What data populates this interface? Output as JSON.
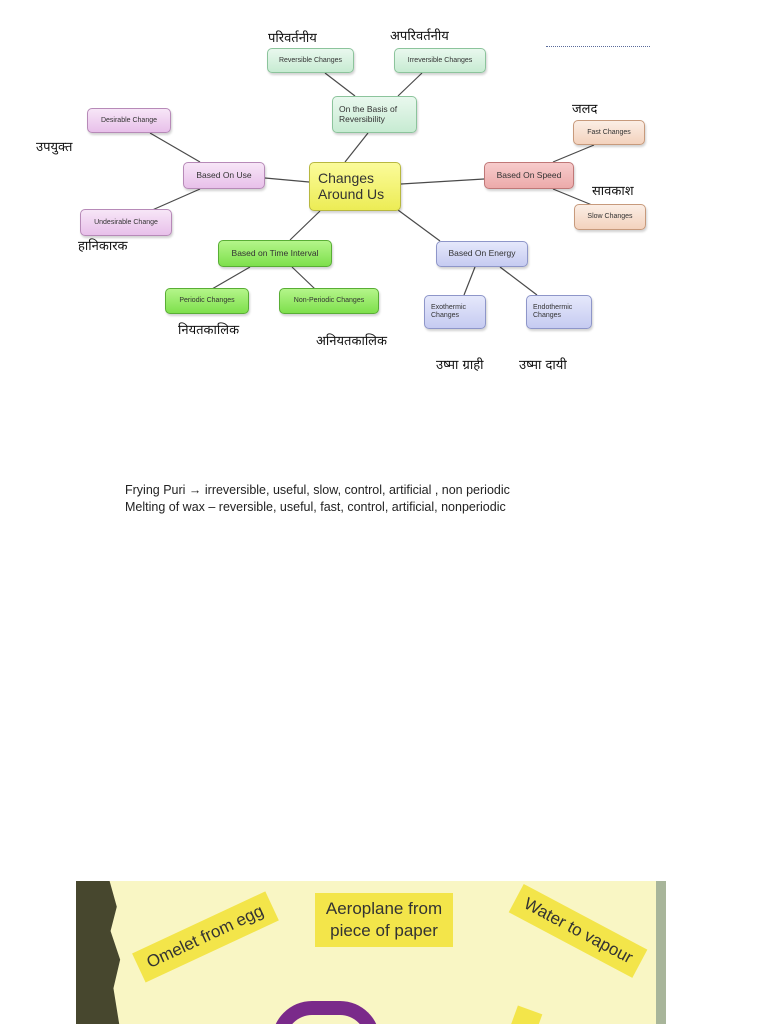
{
  "diagram": {
    "center": "Changes Around Us",
    "categories": {
      "reversibility": "On the Basis of Reversibility",
      "use": "Based On Use",
      "speed": "Based On Speed",
      "time": "Based on Time Interval",
      "energy": "Based On Energy"
    },
    "leaves": {
      "reversible": "Reversible Changes",
      "irreversible": "Irreversible Changes",
      "desirable": "Desirable Change",
      "undesirable": "Undesirable Change",
      "fast": "Fast Changes",
      "slow": "Slow Changes",
      "periodic": "Periodic Changes",
      "nonperiodic": "Non-Periodic Changes",
      "exothermic": "Exothermic Changes",
      "endothermic": "Endothermic Changes"
    },
    "handwritten": {
      "reversible": "परिवर्तनीय",
      "irreversible": "अपरिवर्तनीय",
      "desirable": "उपयुक्त",
      "undesirable": "हानिकारक",
      "fast": "जलद",
      "slow": "सावकाश",
      "periodic": "नियतकालिक",
      "nonperiodic": "अनियतकालिक",
      "exothermic": "उष्मा ग्राही",
      "endothermic": "उष्मा दायी"
    },
    "colors": {
      "center": "#f2f26a",
      "reversibility": "#cdeed8",
      "use": "#ecc8ee",
      "speed": "#f0b3b3",
      "time": "#95e866",
      "energy": "#cdd2f3",
      "leaf_top": "#cdeed8",
      "leaf_left": "#ecc8ee",
      "leaf_right": "#f5d9c6",
      "leaf_bottom_left": "#95e866",
      "leaf_bottom_right": "#cdd2f3"
    }
  },
  "notes": [
    "Frying Puri → irreversible, useful, slow, control, artificial , non periodic",
    "Melting of wax – reversible, useful, fast, control, artificial, nonperiodic"
  ],
  "photo": {
    "stickers": {
      "omelet": "Omelet from egg",
      "aeroplane": "Aeroplane from piece of paper",
      "water": "Water to vapour"
    }
  }
}
